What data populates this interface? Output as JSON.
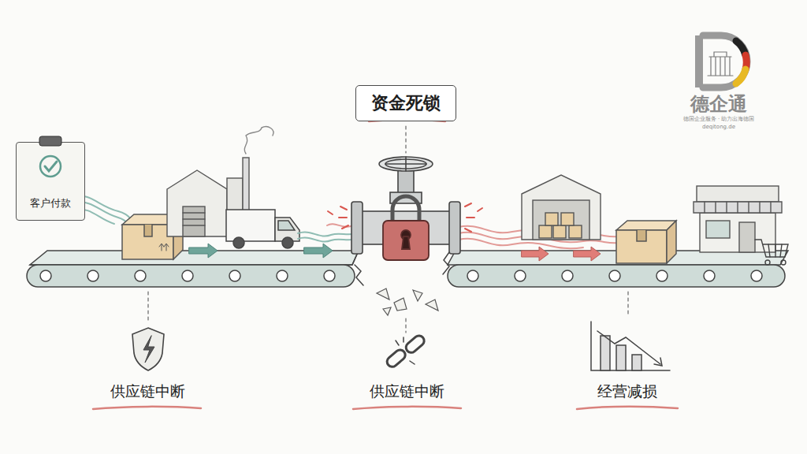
{
  "diagram": {
    "nodes": [
      {
        "text": [
          "资金死锁"
        ]
      },
      {
        "text": [
          "客户付款"
        ]
      }
    ],
    "labels": [
      "供应链中断",
      "供应链中断",
      "经营减损",
      "德企通",
      "德国企业服务 · 助力出海德国",
      "deqitong.de"
    ]
  }
}
